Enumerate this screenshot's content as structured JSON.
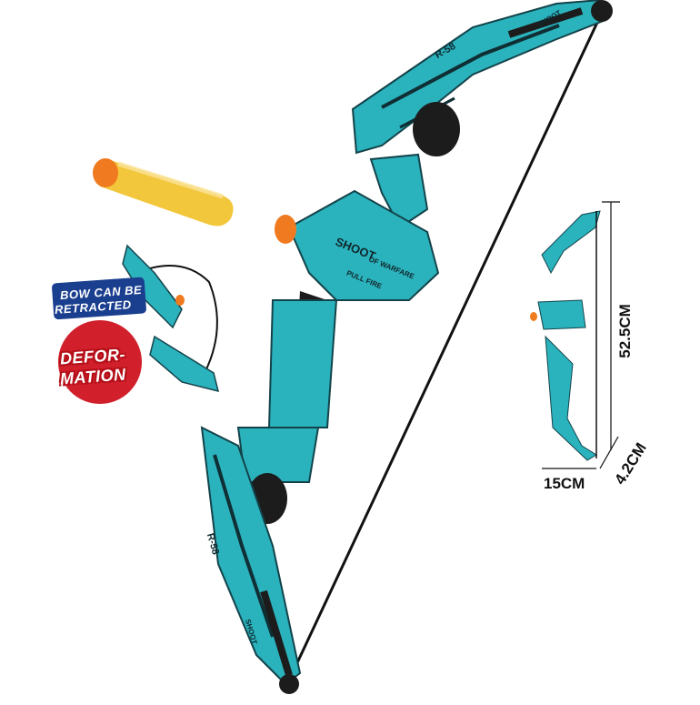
{
  "image": {
    "subject": "toy-bow",
    "colors": {
      "bow_teal": "#2bb3bd",
      "bow_dark": "#1c1c1c",
      "dart_yellow": "#f2c63a",
      "dart_tip_orange": "#f07a1f",
      "badge_blue": "#1b3f8f",
      "badge_red": "#d1202b"
    }
  },
  "badges": {
    "retract_line1": "BOW CAN BE",
    "retract_line2": "RETRACTED",
    "deformation_line1": "DEFOR-",
    "deformation_line2": "MATION"
  },
  "bow_markings": {
    "grip_title": "SHOOT",
    "grip_subtitle": "OF WARFARE",
    "grip_pull": "PULL FIRE",
    "limb_model": "R-58",
    "limb_brand": "SHOOT"
  },
  "dimensions": {
    "height": "52.5CM",
    "width": "15CM",
    "depth": "4.2CM"
  }
}
